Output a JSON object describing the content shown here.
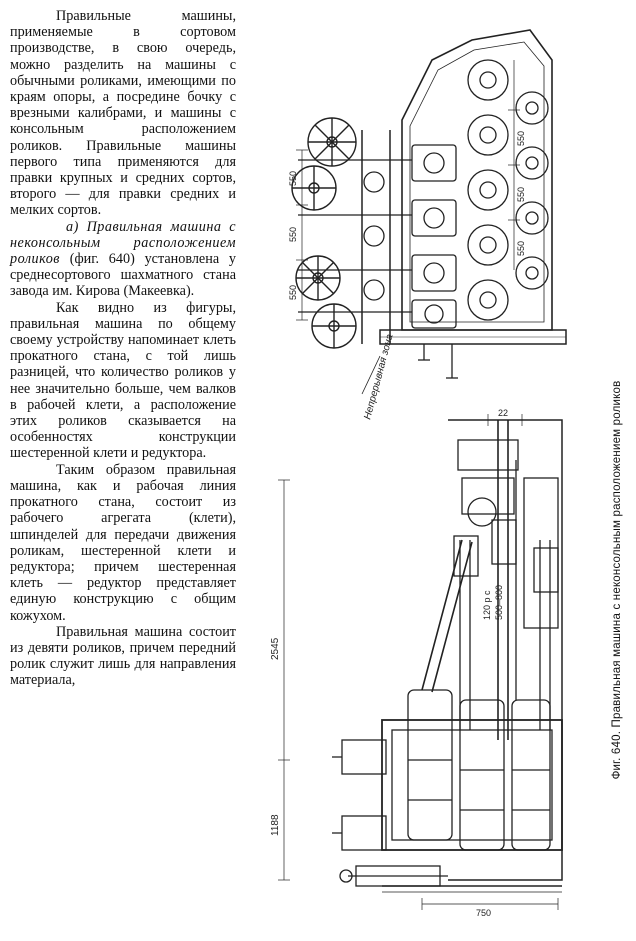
{
  "article": {
    "paragraph_1": "Правильные машины, применяемые в сортовом производстве, в свою очередь, можно разделить на машины с обычными роликами, имеющими по краям опоры, а посредине бочку с врезными калибрами, и машины с консольным расположением роликов. Правильные машины первого типа применяются для правки крупных и средних сортов, второго — для правки средних и мелких сортов.",
    "paragraph_2_heading": "а) Правильная машина с неконсольным расположением роликов",
    "paragraph_2_body": " (фиг. 640) установлена у среднесортового шахматного стана завода им. Кирова (Макеевка).",
    "paragraph_3": "Как видно из фигуры, правильная машина по общему своему устройству напоминает клеть прокатного стана, с той лишь разницей, что количество роликов у нее значительно больше, чем валков в рабочей клети, а расположение этих роликов сказывается на особенностях конструкции шестеренной клети и редуктора.",
    "paragraph_4": "Таким образом правильная машина, как и рабочая линия прокатного стана, состоит из рабочего агрегата (клети), шпинделей для передачи движения роликам, шестеренной клети и редуктора; причем шестеренная клеть — редуктор представляет единую конструкцию с общим кожухом.",
    "paragraph_5": "Правильная машина состоит из девяти роликов, причем передний ролик служит лишь для направления материала,"
  },
  "figure": {
    "caption": "Фиг. 640. Правильная машина с неконсольным расположением роликов",
    "dimensions": {
      "d550_a": "550",
      "d550_b": "550",
      "d550_c": "550",
      "d550_d": "550",
      "d550_e": "550",
      "d550_f": "550",
      "d2545": "2545",
      "d1188": "1188",
      "d22": "22",
      "d120": "120 р с",
      "d500": "500–800",
      "d750": "750"
    },
    "label_zone": "Непрерывная зона"
  }
}
